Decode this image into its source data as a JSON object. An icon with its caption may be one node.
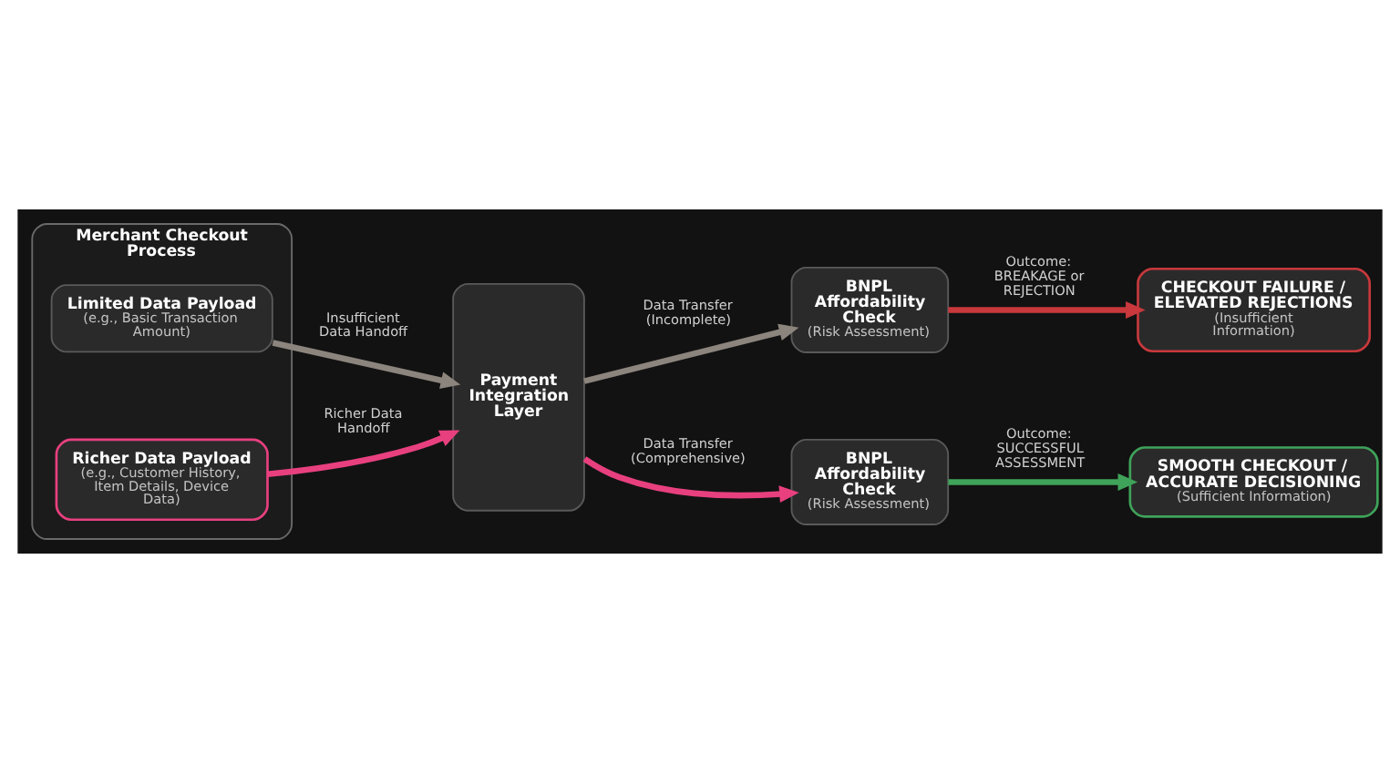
{
  "diagram": {
    "nodes": [
      {
        "text": [
          "Merchant Checkout Process"
        ]
      },
      {
        "text": [
          "Limited Data Payload",
          "(e.g., Basic Transaction Amount)"
        ],
        "in": 0
      },
      {
        "text": [
          "Richer Data Payload",
          "(e.g., Customer History, Item Details, Device Data)"
        ],
        "in": 0
      },
      {
        "text": [
          "Payment Integration Layer"
        ]
      },
      {
        "text": [
          "BNPL Affordability Check",
          "(Risk Assessment)"
        ]
      },
      {
        "text": [
          "CHECKOUT FAILURE / ELEVATED REJECTIONS",
          "(Insufficient Information)"
        ]
      },
      {
        "text": [
          "BNPL Affordability Check",
          "(Risk Assessment)"
        ]
      },
      {
        "text": [
          "SMOOTH CHECKOUT / ACCURATE DECISIONING",
          "(Sufficient Information)"
        ]
      }
    ],
    "edges": [
      {
        "from": 1,
        "to": 3,
        "arrow": "to",
        "label": "Insufficient Data Handoff"
      },
      {
        "from": 2,
        "to": 3,
        "arrow": "to",
        "label": "Richer Data Handoff",
        "color": "#e8407f"
      },
      {
        "from": 3,
        "to": 4,
        "arrow": "to",
        "label": "Data Transfer (Incomplete)"
      },
      {
        "from": 3,
        "to": 6,
        "arrow": "to",
        "label": "Data Transfer (Comprehensive)",
        "color": "#e8407f"
      },
      {
        "from": 4,
        "to": 5,
        "arrow": "to",
        "label": "Outcome: BREAKAGE or REJECTION",
        "color": "#c8383c"
      },
      {
        "from": 6,
        "to": 7,
        "arrow": "to",
        "label": "Outcome: SUCCESSFUL ASSESSMENT",
        "color": "#3fa35a"
      }
    ]
  }
}
